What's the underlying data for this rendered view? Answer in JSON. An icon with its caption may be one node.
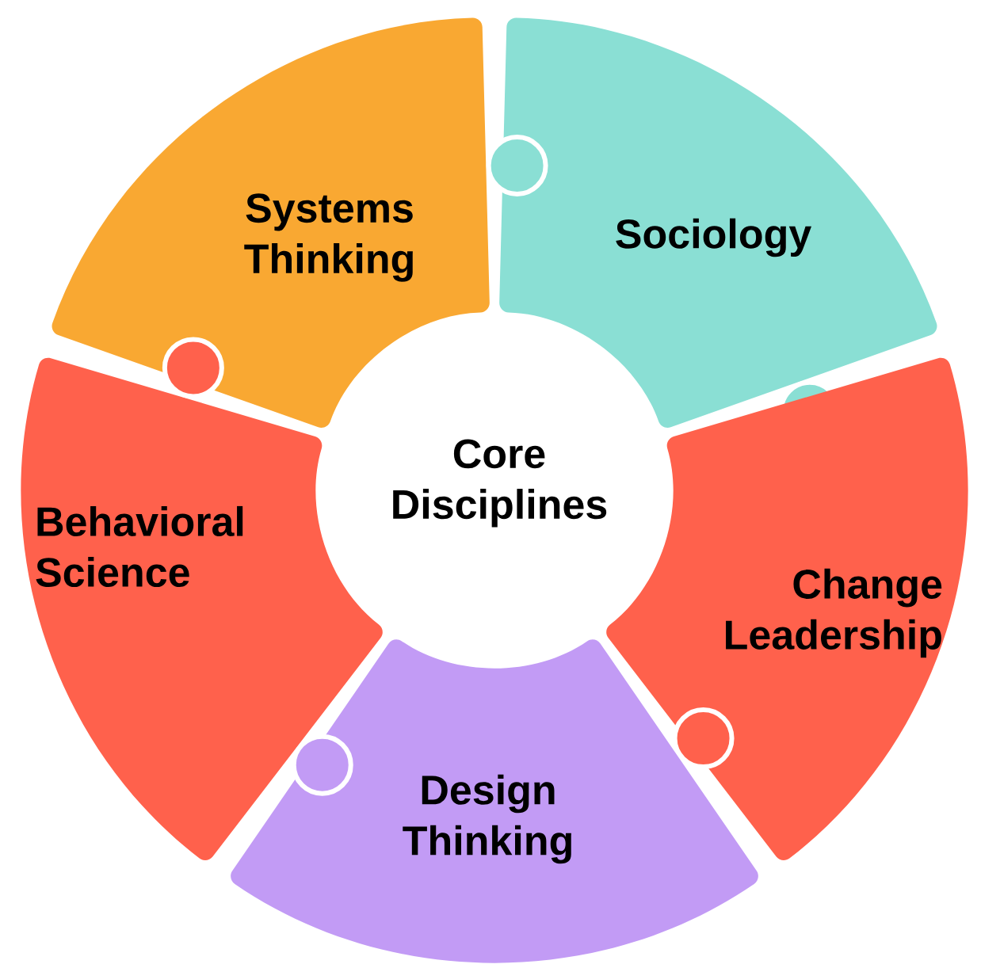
{
  "diagram": {
    "nodes": [
      {
        "text": [
          "Systems Thinking"
        ]
      },
      {
        "text": [
          "Sociology"
        ]
      },
      {
        "text": [
          "Core Disciplines"
        ]
      },
      {
        "text": [
          "Behavioral Science"
        ]
      },
      {
        "text": [
          "Change Leadership"
        ]
      },
      {
        "text": [
          "Design Thinking"
        ]
      }
    ]
  }
}
